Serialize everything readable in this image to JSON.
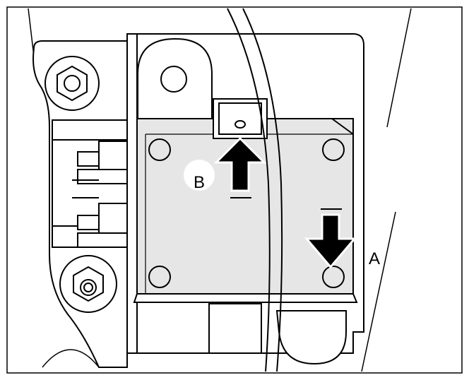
{
  "diagram": {
    "callouts": [
      {
        "id": "A",
        "label": "A"
      },
      {
        "id": "B",
        "label": "B"
      }
    ],
    "colors": {
      "stroke": "#000000",
      "module_fill": "#e6e6e6",
      "background": "#ffffff"
    }
  }
}
